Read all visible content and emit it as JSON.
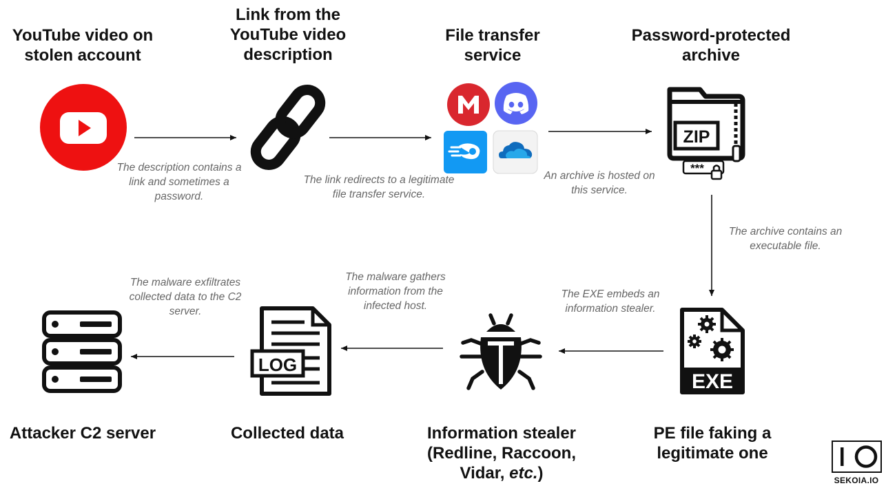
{
  "nodes": {
    "youtube": {
      "title": "YouTube video on stolen account",
      "icon": "youtube-icon"
    },
    "link": {
      "title": "Link from the YouTube video description",
      "icon": "chain-link-icon"
    },
    "transfer": {
      "title": "File transfer service",
      "icons": [
        "mega-icon",
        "discord-icon",
        "mediafire-icon",
        "onedrive-icon"
      ]
    },
    "archive": {
      "title": "Password-protected archive",
      "icon": "zip-archive-icon",
      "label": "ZIP",
      "password_mask": "***"
    },
    "pe": {
      "title": "PE file faking a legitimate one",
      "icon": "exe-file-icon",
      "label": "EXE"
    },
    "stealer": {
      "title_line1": "Information stealer",
      "title_line2": "(Redline, Raccoon,",
      "title_line3a": "Vidar, ",
      "title_line3b": "etc.",
      "title_line3c": ")",
      "icon": "bug-icon"
    },
    "data": {
      "title": "Collected data",
      "icon": "log-file-icon",
      "label": "LOG"
    },
    "c2": {
      "title": "Attacker C2 server",
      "icon": "server-icon"
    }
  },
  "edges": [
    {
      "from": "youtube",
      "to": "link",
      "caption": "The description contains a link and sometimes a password."
    },
    {
      "from": "link",
      "to": "transfer",
      "caption": "The link redirects to a legitimate file transfer service."
    },
    {
      "from": "transfer",
      "to": "archive",
      "caption": "An archive is hosted on this service."
    },
    {
      "from": "archive",
      "to": "pe",
      "caption": "The archive contains an executable file."
    },
    {
      "from": "pe",
      "to": "stealer",
      "caption": "The EXE embeds an information stealer."
    },
    {
      "from": "stealer",
      "to": "data",
      "caption": "The malware gathers information from the infected host."
    },
    {
      "from": "data",
      "to": "c2",
      "caption": "The malware exfiltrates collected data to the C2 server."
    }
  ],
  "brand": {
    "logo_mark": "IO",
    "name": "SEKOIA.IO"
  },
  "colors": {
    "youtube_red": "#ee1111",
    "mega_red": "#d9272e",
    "discord_blurple": "#5865f2",
    "mediafire_blue": "#1299f3",
    "onedrive_blue": "#0f6cbd",
    "caption_gray": "#666666"
  }
}
